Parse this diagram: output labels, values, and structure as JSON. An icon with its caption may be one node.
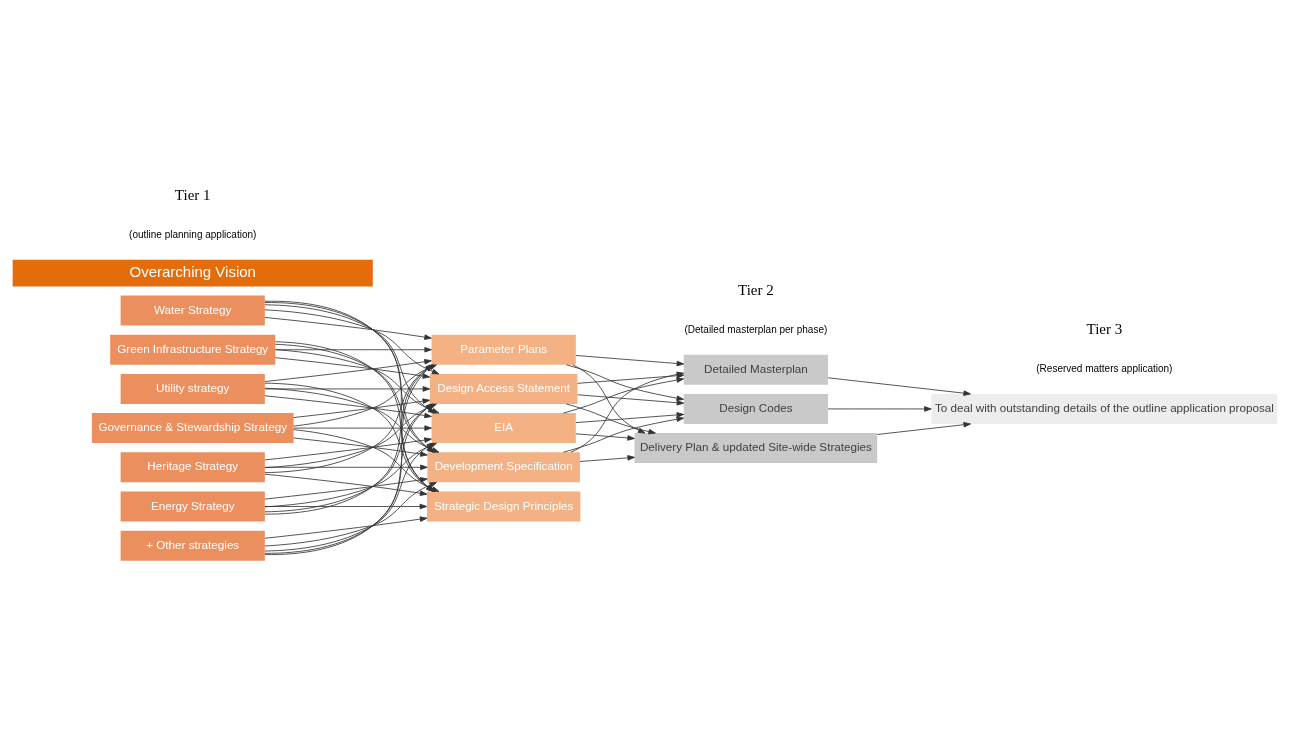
{
  "diagram": {
    "nodes": [
      {
        "text": [
          "Overarching Vision"
        ]
      },
      {
        "text": [
          "Water Strategy"
        ]
      },
      {
        "text": [
          "Green Infrastructure Strategy"
        ]
      },
      {
        "text": [
          "Utility strategy"
        ]
      },
      {
        "text": [
          "Governance & Stewardship Strategy"
        ]
      },
      {
        "text": [
          "Heritage Strategy"
        ]
      },
      {
        "text": [
          "Energy Strategy"
        ]
      },
      {
        "text": [
          "+ Other strategies"
        ]
      },
      {
        "text": [
          "Parameter Plans"
        ]
      },
      {
        "text": [
          "Design Access Statement"
        ]
      },
      {
        "text": [
          "EIA"
        ]
      },
      {
        "text": [
          "Development Specification"
        ]
      },
      {
        "text": [
          "Strategic Design Principles"
        ]
      },
      {
        "text": [
          "Detailed Masterplan"
        ]
      },
      {
        "text": [
          "Design Codes"
        ]
      },
      {
        "text": [
          "Delivery Plan & updated Site-wide Strategies"
        ]
      },
      {
        "text": [
          "To deal with outstanding details of the outline application proposal"
        ]
      }
    ],
    "edges": [
      {
        "from": 1,
        "to": 8,
        "arrow": "to"
      },
      {
        "from": 1,
        "to": 9,
        "arrow": "to"
      },
      {
        "from": 1,
        "to": 10,
        "arrow": "to"
      },
      {
        "from": 1,
        "to": 11,
        "arrow": "to"
      },
      {
        "from": 1,
        "to": 12,
        "arrow": "to"
      },
      {
        "from": 2,
        "to": 8,
        "arrow": "to"
      },
      {
        "from": 2,
        "to": 9,
        "arrow": "to"
      },
      {
        "from": 2,
        "to": 10,
        "arrow": "to"
      },
      {
        "from": 2,
        "to": 11,
        "arrow": "to"
      },
      {
        "from": 2,
        "to": 12,
        "arrow": "to"
      },
      {
        "from": 3,
        "to": 8,
        "arrow": "to"
      },
      {
        "from": 3,
        "to": 9,
        "arrow": "to"
      },
      {
        "from": 3,
        "to": 10,
        "arrow": "to"
      },
      {
        "from": 3,
        "to": 11,
        "arrow": "to"
      },
      {
        "from": 3,
        "to": 12,
        "arrow": "to"
      },
      {
        "from": 4,
        "to": 8,
        "arrow": "to"
      },
      {
        "from": 4,
        "to": 9,
        "arrow": "to"
      },
      {
        "from": 4,
        "to": 10,
        "arrow": "to"
      },
      {
        "from": 4,
        "to": 11,
        "arrow": "to"
      },
      {
        "from": 4,
        "to": 12,
        "arrow": "to"
      },
      {
        "from": 5,
        "to": 8,
        "arrow": "to"
      },
      {
        "from": 5,
        "to": 9,
        "arrow": "to"
      },
      {
        "from": 5,
        "to": 10,
        "arrow": "to"
      },
      {
        "from": 5,
        "to": 11,
        "arrow": "to"
      },
      {
        "from": 5,
        "to": 12,
        "arrow": "to"
      },
      {
        "from": 6,
        "to": 8,
        "arrow": "to"
      },
      {
        "from": 6,
        "to": 9,
        "arrow": "to"
      },
      {
        "from": 6,
        "to": 10,
        "arrow": "to"
      },
      {
        "from": 6,
        "to": 11,
        "arrow": "to"
      },
      {
        "from": 6,
        "to": 12,
        "arrow": "to"
      },
      {
        "from": 7,
        "to": 8,
        "arrow": "to"
      },
      {
        "from": 7,
        "to": 9,
        "arrow": "to"
      },
      {
        "from": 7,
        "to": 10,
        "arrow": "to"
      },
      {
        "from": 7,
        "to": 11,
        "arrow": "to"
      },
      {
        "from": 7,
        "to": 12,
        "arrow": "to"
      },
      {
        "from": 8,
        "to": 13,
        "arrow": "to"
      },
      {
        "from": 8,
        "to": 14,
        "arrow": "to"
      },
      {
        "from": 8,
        "to": 15,
        "arrow": "to"
      },
      {
        "from": 9,
        "to": 13,
        "arrow": "to"
      },
      {
        "from": 9,
        "to": 14,
        "arrow": "to"
      },
      {
        "from": 9,
        "to": 15,
        "arrow": "to"
      },
      {
        "from": 10,
        "to": 13,
        "arrow": "to"
      },
      {
        "from": 10,
        "to": 14,
        "arrow": "to"
      },
      {
        "from": 10,
        "to": 15,
        "arrow": "to"
      },
      {
        "from": 11,
        "to": 13,
        "arrow": "to"
      },
      {
        "from": 11,
        "to": 14,
        "arrow": "to"
      },
      {
        "from": 11,
        "to": 15,
        "arrow": "to"
      },
      {
        "from": 13,
        "to": 16,
        "arrow": "to"
      },
      {
        "from": 14,
        "to": 16,
        "arrow": "to"
      },
      {
        "from": 15,
        "to": 16,
        "arrow": "to"
      }
    ],
    "labels": [
      "Tier 1",
      "(outline planning application)",
      "Tier 2",
      "(Detailed masterplan per phase)",
      "Tier 3",
      "(Reserved matters application)"
    ]
  }
}
